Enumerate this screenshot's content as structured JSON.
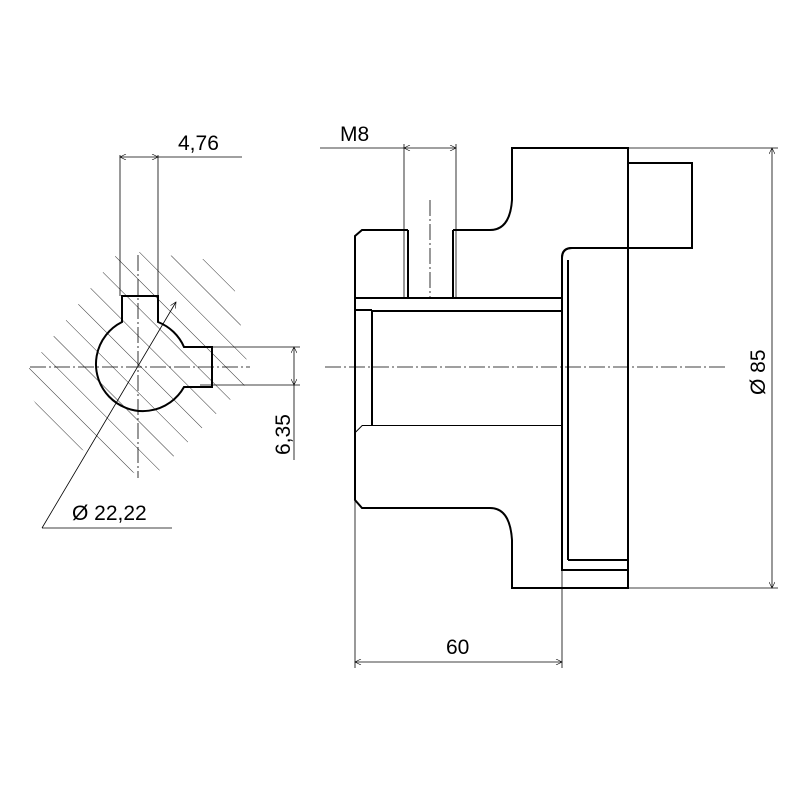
{
  "dimensions": {
    "key_width": "4,76",
    "key_depth": "6,35",
    "bore_diameter": "Ø 22,22",
    "thread": "M8",
    "length": "60",
    "outer_diameter": "Ø 85"
  }
}
